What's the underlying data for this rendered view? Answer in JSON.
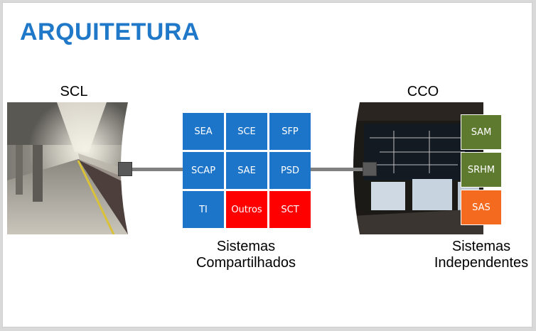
{
  "title": "ARQUITETURA",
  "left": {
    "label": "SCL"
  },
  "right": {
    "label": "CCO"
  },
  "shared": {
    "caption_line1": "Sistemas",
    "caption_line2": "Compartilhados",
    "cells": [
      "SEA",
      "SCE",
      "SFP",
      "SCAP",
      "SAE",
      "PSD",
      "TI",
      "Outros",
      "SCT"
    ]
  },
  "independent": {
    "caption_line1": "Sistemas",
    "caption_line2": "Independentes",
    "cells": [
      "SAM",
      "SRHM",
      "SAS"
    ]
  },
  "colors": {
    "title": "#1f78c8",
    "blue": "#1d75c9",
    "red": "#ff0000",
    "green": "#5e7a2f",
    "orange": "#f46a1f",
    "connector": "#808080"
  }
}
